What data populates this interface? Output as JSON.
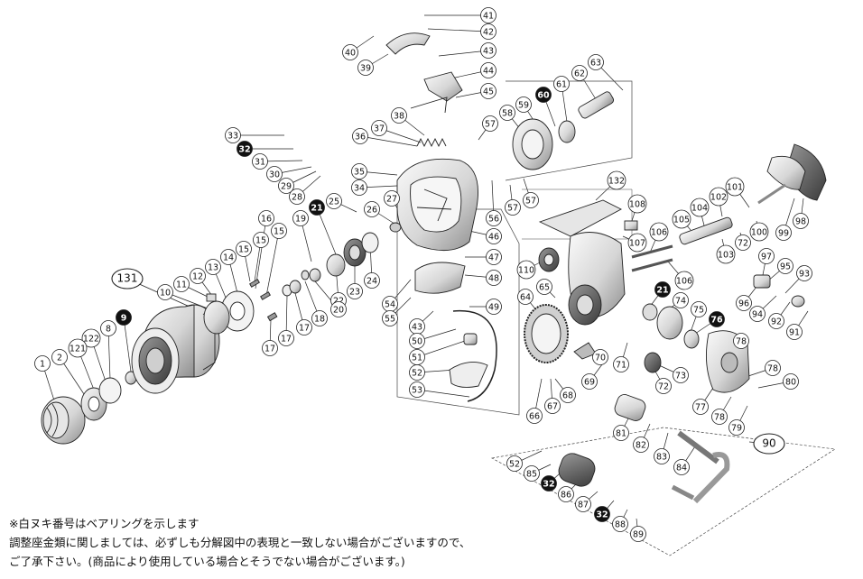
{
  "diagram": {
    "callouts": [
      {
        "id": "c41",
        "text": "41",
        "style": "plain"
      },
      {
        "id": "c42",
        "text": "42",
        "style": "plain"
      },
      {
        "id": "c40",
        "text": "40",
        "style": "plain"
      },
      {
        "id": "c39",
        "text": "39",
        "style": "plain"
      },
      {
        "id": "c43a",
        "text": "43",
        "style": "plain"
      },
      {
        "id": "c44",
        "text": "44",
        "style": "plain"
      },
      {
        "id": "c45",
        "text": "45",
        "style": "plain"
      },
      {
        "id": "c38",
        "text": "38",
        "style": "plain"
      },
      {
        "id": "c37",
        "text": "37",
        "style": "plain"
      },
      {
        "id": "c36",
        "text": "36",
        "style": "plain"
      },
      {
        "id": "c35",
        "text": "35",
        "style": "plain"
      },
      {
        "id": "c34",
        "text": "34",
        "style": "plain"
      },
      {
        "id": "c33",
        "text": "33",
        "style": "plain"
      },
      {
        "id": "c32a",
        "text": "32",
        "style": "inverted"
      },
      {
        "id": "c31",
        "text": "31",
        "style": "plain"
      },
      {
        "id": "c30",
        "text": "30",
        "style": "plain"
      },
      {
        "id": "c29",
        "text": "29",
        "style": "plain"
      },
      {
        "id": "c28",
        "text": "28",
        "style": "plain"
      },
      {
        "id": "c25",
        "text": "25",
        "style": "plain"
      },
      {
        "id": "c21a",
        "text": "21",
        "style": "inverted"
      },
      {
        "id": "c19",
        "text": "19",
        "style": "plain"
      },
      {
        "id": "c27",
        "text": "27",
        "style": "plain"
      },
      {
        "id": "c26",
        "text": "26",
        "style": "plain"
      },
      {
        "id": "c57a",
        "text": "57",
        "style": "plain"
      },
      {
        "id": "c58",
        "text": "58",
        "style": "plain"
      },
      {
        "id": "c59",
        "text": "59",
        "style": "plain"
      },
      {
        "id": "c60",
        "text": "60",
        "style": "inverted"
      },
      {
        "id": "c61",
        "text": "61",
        "style": "plain"
      },
      {
        "id": "c62",
        "text": "62",
        "style": "plain"
      },
      {
        "id": "c63",
        "text": "63",
        "style": "plain"
      },
      {
        "id": "c57b",
        "text": "57",
        "style": "plain"
      },
      {
        "id": "c57c",
        "text": "57",
        "style": "plain"
      },
      {
        "id": "c56",
        "text": "56",
        "style": "plain"
      },
      {
        "id": "c46",
        "text": "46",
        "style": "plain"
      },
      {
        "id": "c47",
        "text": "47",
        "style": "plain"
      },
      {
        "id": "c48",
        "text": "48",
        "style": "plain"
      },
      {
        "id": "c49",
        "text": "49",
        "style": "plain"
      },
      {
        "id": "c43b",
        "text": "43",
        "style": "plain"
      },
      {
        "id": "c50",
        "text": "50",
        "style": "plain"
      },
      {
        "id": "c51",
        "text": "51",
        "style": "plain"
      },
      {
        "id": "c52a",
        "text": "52",
        "style": "plain"
      },
      {
        "id": "c53",
        "text": "53",
        "style": "plain"
      },
      {
        "id": "c54",
        "text": "54",
        "style": "plain"
      },
      {
        "id": "c55",
        "text": "55",
        "style": "plain"
      },
      {
        "id": "c24",
        "text": "24",
        "style": "plain"
      },
      {
        "id": "c23",
        "text": "23",
        "style": "plain"
      },
      {
        "id": "c22",
        "text": "22",
        "style": "plain"
      },
      {
        "id": "c20",
        "text": "20",
        "style": "plain"
      },
      {
        "id": "c18",
        "text": "18",
        "style": "plain"
      },
      {
        "id": "c17a",
        "text": "17",
        "style": "plain"
      },
      {
        "id": "c17b",
        "text": "17",
        "style": "plain"
      },
      {
        "id": "c17c",
        "text": "17",
        "style": "plain"
      },
      {
        "id": "c16",
        "text": "16",
        "style": "plain"
      },
      {
        "id": "c15a",
        "text": "15",
        "style": "plain"
      },
      {
        "id": "c15b",
        "text": "15",
        "style": "plain"
      },
      {
        "id": "c15c",
        "text": "15",
        "style": "plain"
      },
      {
        "id": "c14",
        "text": "14",
        "style": "plain"
      },
      {
        "id": "c13",
        "text": "13",
        "style": "plain"
      },
      {
        "id": "c12",
        "text": "12",
        "style": "plain"
      },
      {
        "id": "c11",
        "text": "11",
        "style": "plain"
      },
      {
        "id": "c10",
        "text": "10",
        "style": "plain"
      },
      {
        "id": "c131",
        "text": "131",
        "style": "boxed"
      },
      {
        "id": "c9",
        "text": "9",
        "style": "inverted"
      },
      {
        "id": "c8",
        "text": "8",
        "style": "plain"
      },
      {
        "id": "c122",
        "text": "122",
        "style": "plain"
      },
      {
        "id": "c121",
        "text": "121",
        "style": "plain"
      },
      {
        "id": "c2",
        "text": "2",
        "style": "plain"
      },
      {
        "id": "c1",
        "text": "1",
        "style": "plain"
      },
      {
        "id": "c132",
        "text": "132",
        "style": "plain"
      },
      {
        "id": "c108",
        "text": "108",
        "style": "plain"
      },
      {
        "id": "c107",
        "text": "107",
        "style": "plain"
      },
      {
        "id": "c106a",
        "text": "106",
        "style": "plain"
      },
      {
        "id": "c105",
        "text": "105",
        "style": "plain"
      },
      {
        "id": "c104",
        "text": "104",
        "style": "plain"
      },
      {
        "id": "c102",
        "text": "102",
        "style": "plain"
      },
      {
        "id": "c101",
        "text": "101",
        "style": "plain"
      },
      {
        "id": "c99",
        "text": "99",
        "style": "plain"
      },
      {
        "id": "c98",
        "text": "98",
        "style": "plain"
      },
      {
        "id": "c100",
        "text": "100",
        "style": "plain"
      },
      {
        "id": "c72a",
        "text": "72",
        "style": "plain"
      },
      {
        "id": "c103",
        "text": "103",
        "style": "plain"
      },
      {
        "id": "c110",
        "text": "110",
        "style": "plain"
      },
      {
        "id": "c106b",
        "text": "106",
        "style": "plain"
      },
      {
        "id": "c97",
        "text": "97",
        "style": "plain"
      },
      {
        "id": "c95",
        "text": "95",
        "style": "plain"
      },
      {
        "id": "c93",
        "text": "93",
        "style": "plain"
      },
      {
        "id": "c96",
        "text": "96",
        "style": "plain"
      },
      {
        "id": "c94",
        "text": "94",
        "style": "plain"
      },
      {
        "id": "c92",
        "text": "92",
        "style": "plain"
      },
      {
        "id": "c91",
        "text": "91",
        "style": "plain"
      },
      {
        "id": "c65",
        "text": "65",
        "style": "plain"
      },
      {
        "id": "c64",
        "text": "64",
        "style": "plain"
      },
      {
        "id": "c21b",
        "text": "21",
        "style": "inverted"
      },
      {
        "id": "c74",
        "text": "74",
        "style": "plain"
      },
      {
        "id": "c75",
        "text": "75",
        "style": "plain"
      },
      {
        "id": "c76",
        "text": "76",
        "style": "inverted"
      },
      {
        "id": "c78a",
        "text": "78",
        "style": "plain"
      },
      {
        "id": "c78b",
        "text": "78",
        "style": "plain"
      },
      {
        "id": "c80",
        "text": "80",
        "style": "plain"
      },
      {
        "id": "c77",
        "text": "77",
        "style": "plain"
      },
      {
        "id": "c78c",
        "text": "78",
        "style": "plain"
      },
      {
        "id": "c79",
        "text": "79",
        "style": "plain"
      },
      {
        "id": "c70",
        "text": "70",
        "style": "plain"
      },
      {
        "id": "c71",
        "text": "71",
        "style": "plain"
      },
      {
        "id": "c69",
        "text": "69",
        "style": "plain"
      },
      {
        "id": "c73",
        "text": "73",
        "style": "plain"
      },
      {
        "id": "c72b",
        "text": "72",
        "style": "plain"
      },
      {
        "id": "c68",
        "text": "68",
        "style": "plain"
      },
      {
        "id": "c67",
        "text": "67",
        "style": "plain"
      },
      {
        "id": "c66",
        "text": "66",
        "style": "plain"
      },
      {
        "id": "c81",
        "text": "81",
        "style": "plain"
      },
      {
        "id": "c82",
        "text": "82",
        "style": "plain"
      },
      {
        "id": "c83",
        "text": "83",
        "style": "plain"
      },
      {
        "id": "c84",
        "text": "84",
        "style": "plain"
      },
      {
        "id": "c90",
        "text": "90",
        "style": "boxed"
      },
      {
        "id": "c52b",
        "text": "52",
        "style": "plain"
      },
      {
        "id": "c85",
        "text": "85",
        "style": "plain"
      },
      {
        "id": "c32b",
        "text": "32",
        "style": "inverted"
      },
      {
        "id": "c86",
        "text": "86",
        "style": "plain"
      },
      {
        "id": "c87",
        "text": "87",
        "style": "plain"
      },
      {
        "id": "c32c",
        "text": "32",
        "style": "inverted"
      },
      {
        "id": "c88",
        "text": "88",
        "style": "plain"
      },
      {
        "id": "c89",
        "text": "89",
        "style": "plain"
      }
    ]
  },
  "notes": {
    "line1": "※白ヌキ番号はベアリングを示します",
    "line2": "調整座金類に関しましては、必ずしも分解図中の表現と一致しない場合がございますので、",
    "line3": "ご了承下さい。(商品により使用している場合とそうでない場合がございます。)"
  },
  "colors": {
    "line": "#222222",
    "inverted_fill": "#111111",
    "part_fill": "#f2f2f2",
    "part_shade": "#bdbdbd"
  }
}
